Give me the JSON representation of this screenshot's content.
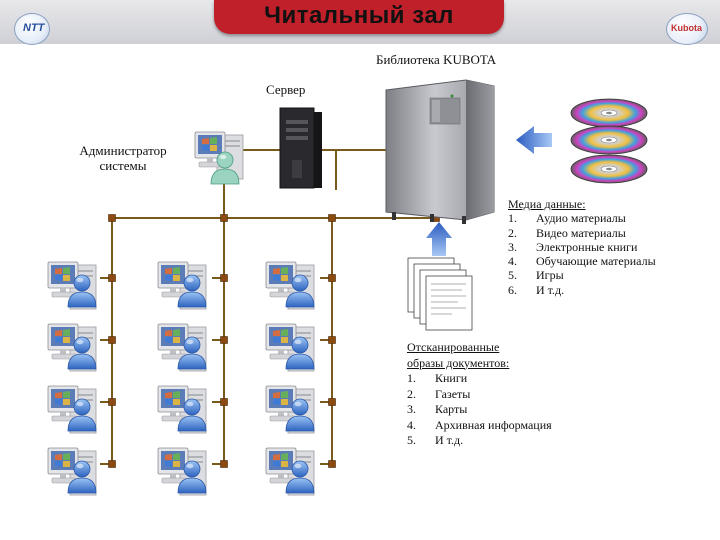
{
  "header": {
    "title": "Читальный зал",
    "left_logo_icon": "ntt-logo-icon",
    "right_logo": "Kubota"
  },
  "labels": {
    "library": "Библиотека KUBOTA",
    "server": "Сервер",
    "admin_line1": "Администратор",
    "admin_line2": "системы"
  },
  "media": {
    "heading": "Медиа данные:",
    "items": [
      {
        "num": "1.",
        "text": "Аудио материалы"
      },
      {
        "num": "2.",
        "text": "Видео материалы"
      },
      {
        "num": "3.",
        "text": "Электронные книги"
      },
      {
        "num": "4.",
        "text": "Обучающие материалы"
      },
      {
        "num": "5.",
        "text": "Игры"
      },
      {
        "num": "6.",
        "text": "И т.д."
      }
    ]
  },
  "docs": {
    "heading_line1": "Отсканированные",
    "heading_line2": "образы документов:",
    "items": [
      {
        "num": "1.",
        "text": "Книги"
      },
      {
        "num": "2.",
        "text": "Газеты"
      },
      {
        "num": "3.",
        "text": "Карты"
      },
      {
        "num": "4.",
        "text": "Архивная информация"
      },
      {
        "num": "5.",
        "text": "И т.д."
      }
    ]
  },
  "colors": {
    "header_tab": "#c0202a",
    "network_line": "#7a5a1a",
    "connector": "#8a4a10",
    "arrow": "#4a7ad0",
    "user_icon": "#4f86d8"
  },
  "icons": [
    "workstation-icon",
    "user-icon",
    "tower-server-icon",
    "mainframe-server-icon",
    "disc-icon",
    "document-stack-icon",
    "arrow-left-icon",
    "arrow-up-icon"
  ]
}
